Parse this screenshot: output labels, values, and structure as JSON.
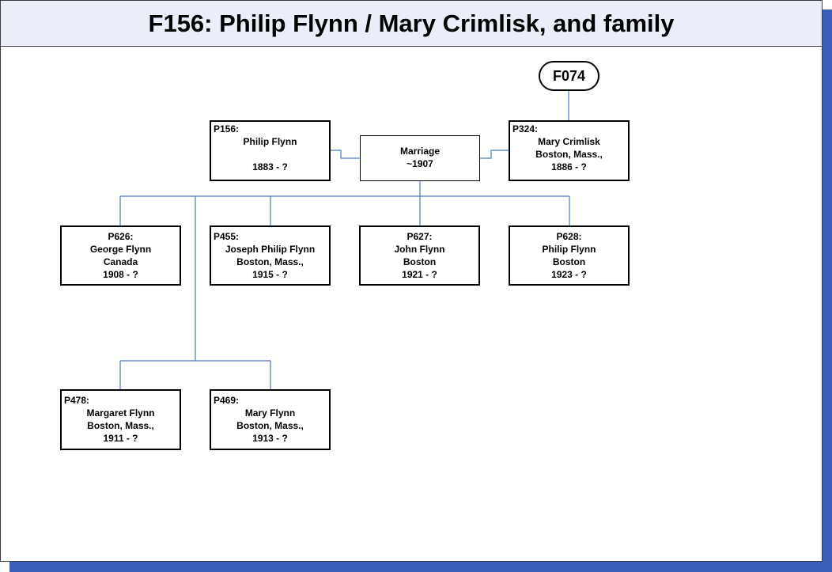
{
  "title": "F156: Philip Flynn / Mary Crimlisk, and family",
  "parent_family_ref": "F074",
  "marriage": {
    "label": "Marriage",
    "date": "~1907"
  },
  "husband": {
    "id": "P156:",
    "name": "Philip Flynn",
    "place": "",
    "dates": "1883 - ?"
  },
  "wife": {
    "id": "P324:",
    "name": "Mary Crimlisk",
    "place": "Boston, Mass.,",
    "dates": "1886 - ?"
  },
  "children": [
    {
      "id": "P626:",
      "name": "George Flynn",
      "place": "Canada",
      "dates": "1908 - ?"
    },
    {
      "id": "P455:",
      "name": "Joseph Philip Flynn",
      "place": "Boston, Mass.,",
      "dates": "1915 - ?"
    },
    {
      "id": "P627:",
      "name": "John Flynn",
      "place": "Boston",
      "dates": "1921 - ?"
    },
    {
      "id": "P628:",
      "name": "Philip Flynn",
      "place": "Boston",
      "dates": "1923 - ?"
    },
    {
      "id": "P478:",
      "name": "Margaret Flynn",
      "place": "Boston, Mass.,",
      "dates": "1911 - ?"
    },
    {
      "id": "P469:",
      "name": "Mary Flynn",
      "place": "Boston, Mass.,",
      "dates": "1913 - ?"
    }
  ],
  "colors": {
    "connector": "#4a7ab5",
    "shadow": "#3b5fb8",
    "title_bg": "#e9eef8"
  }
}
